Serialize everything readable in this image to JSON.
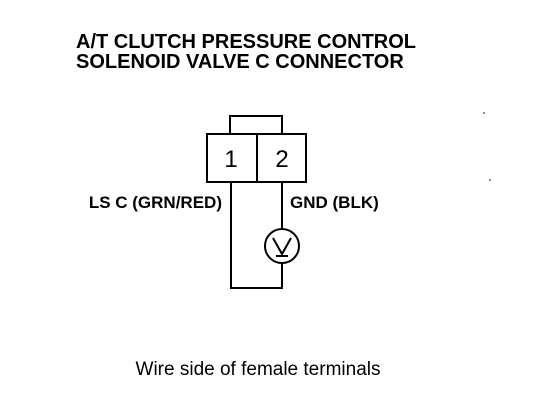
{
  "title": {
    "line1": "A/T CLUTCH PRESSURE CONTROL",
    "line2": "SOLENOID VALVE C CONNECTOR"
  },
  "connector": {
    "terminals": [
      {
        "number": "1",
        "label": "LS C (GRN/RED)"
      },
      {
        "number": "2",
        "label": "GND (BLK)"
      }
    ]
  },
  "meter": {
    "symbol": "V",
    "icon": "voltmeter-icon"
  },
  "caption": "Wire side of female terminals",
  "colors": {
    "ink": "#000000",
    "background": "#ffffff"
  }
}
